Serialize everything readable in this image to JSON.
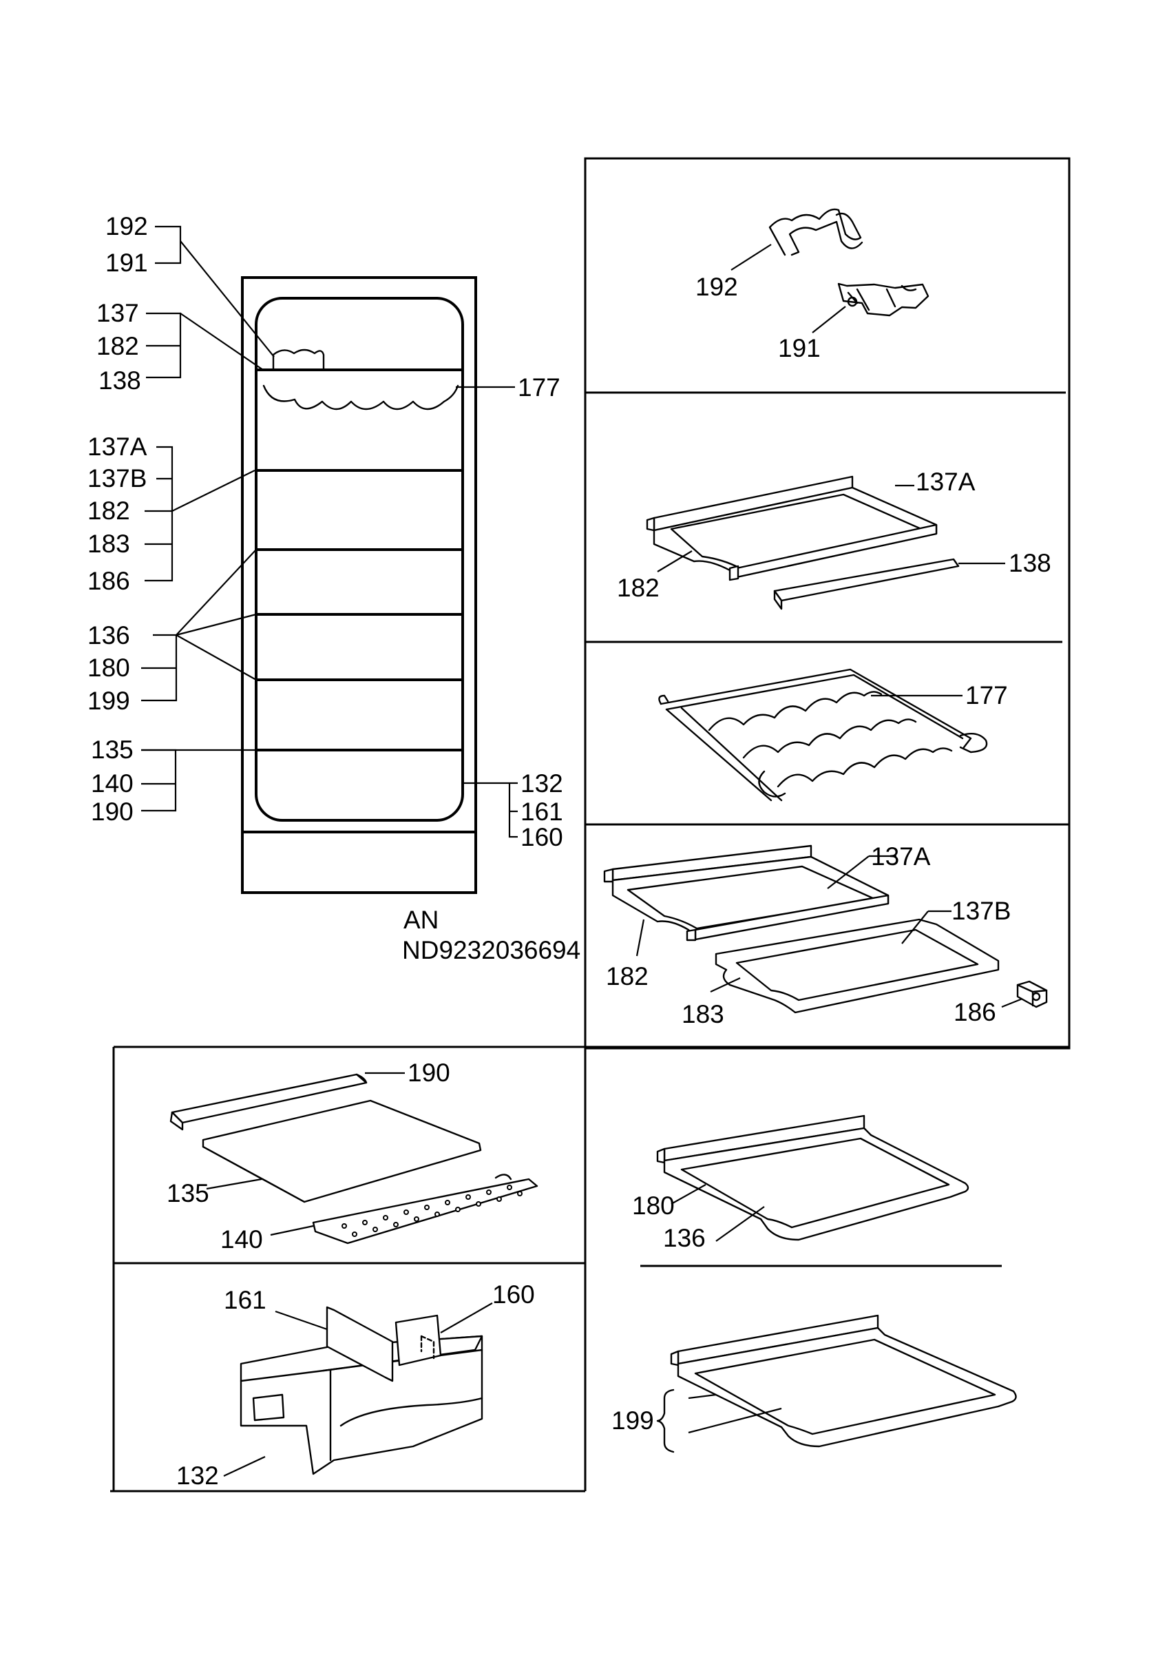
{
  "overview": {
    "labels_left": [
      "192",
      "191",
      "137",
      "182",
      "138",
      "137A",
      "137B",
      "182",
      "183",
      "186",
      "136",
      "180",
      "199",
      "135",
      "140",
      "190"
    ],
    "labels_right": [
      "177",
      "132",
      "161",
      "160"
    ],
    "model_prefix": "AN",
    "model_code": "ND9232036694"
  },
  "panels": {
    "clip_wire": {
      "wire": "192",
      "clip": "191"
    },
    "shelf_frame": {
      "shelf": "137A",
      "frame": "182",
      "strip": "138"
    },
    "bottle_rack": {
      "rack": "177"
    },
    "shelf_pair": {
      "shelf_a": "137A",
      "shelf_b": "137B",
      "frame": "182",
      "glass": "183",
      "support": "186"
    },
    "cover_plate": {
      "trim": "190",
      "plate": "135",
      "grille": "140"
    },
    "drawer": {
      "divider": "161",
      "slider": "160",
      "drawer": "132"
    },
    "glass_shelf": {
      "frame": "180",
      "glass": "136"
    },
    "glass_shelf_complete": {
      "assembly": "199"
    }
  }
}
